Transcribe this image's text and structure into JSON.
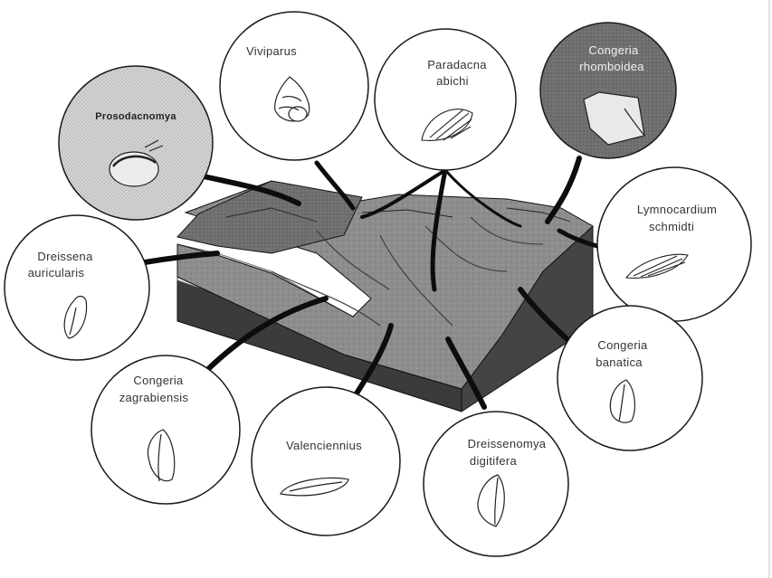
{
  "figure": {
    "bubbles": [
      {
        "id": "prosodacnomya",
        "lines": [
          "Prosodacnomya"
        ],
        "tone": "stippled",
        "fill": "#cfcfcf"
      },
      {
        "id": "viviparus",
        "lines": [
          "Viviparus"
        ],
        "tone": "white",
        "fill": "#ffffff"
      },
      {
        "id": "paradacna",
        "lines": [
          "Paradacna",
          "abichi"
        ],
        "tone": "white",
        "fill": "#ffffff"
      },
      {
        "id": "congeria-rhomboidea",
        "lines": [
          "Congeria",
          "rhomboidea"
        ],
        "tone": "dark",
        "fill": "#6e6e6e"
      },
      {
        "id": "lymnocardium",
        "lines": [
          "Lymnocardium",
          "schmidti"
        ],
        "tone": "white",
        "fill": "#ffffff"
      },
      {
        "id": "dreissena",
        "lines": [
          "Dreissena",
          "auricularis"
        ],
        "tone": "white",
        "fill": "#ffffff"
      },
      {
        "id": "congeria-banatica",
        "lines": [
          "Congeria",
          "banatica"
        ],
        "tone": "white",
        "fill": "#ffffff"
      },
      {
        "id": "congeria-zagrabiensis",
        "lines": [
          "Congeria",
          "zagrabiensis"
        ],
        "tone": "white",
        "fill": "#ffffff"
      },
      {
        "id": "valenciennius",
        "lines": [
          "Valenciennius"
        ],
        "tone": "white",
        "fill": "#ffffff"
      },
      {
        "id": "dreissenomya",
        "lines": [
          "Dreissenomya",
          "digitifera"
        ],
        "tone": "white",
        "fill": "#ffffff"
      }
    ],
    "colors": {
      "outline": "#1a1a1a",
      "block_top": "#8c8c8c",
      "block_front": "#4a4a4a",
      "block_side": "#333333",
      "pointer": "#0d0d0d"
    }
  }
}
